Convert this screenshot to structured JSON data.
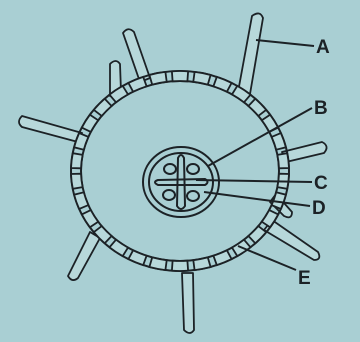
{
  "labels": {
    "A": "A",
    "B": "B",
    "C": "C",
    "D": "D",
    "E": "E"
  },
  "colors": {
    "background": "#a9cfd3",
    "ink": "#1c2226"
  }
}
